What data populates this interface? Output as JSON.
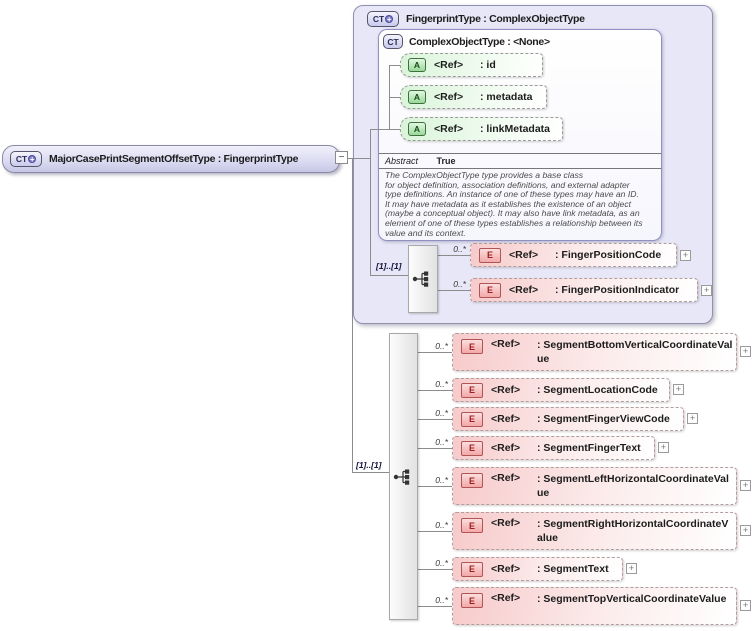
{
  "colors": {
    "container_fill": "#e7e7f8",
    "complex_type_badge": "#c9c9ec",
    "attribute_fill": "#d9f4d9",
    "attribute_badge": "#9ad89a",
    "element_fill": "#f7caca",
    "element_badge": "#f2a8a8",
    "line": "#8c8c8c"
  },
  "main_element": {
    "badge": "CT",
    "expand_glyph": "+",
    "label": "MajorCasePrintSegmentOffsetType : FingerprintType",
    "collapse_glyph": "−"
  },
  "type_container": {
    "badge": "CT",
    "expand_glyph": "+",
    "title": "FingerprintType : ComplexObjectType",
    "base_type": {
      "badge": "CT",
      "title": "ComplexObjectType : <None>",
      "attributes": [
        {
          "badge": "A",
          "ref": "<Ref>",
          "name": ": id"
        },
        {
          "badge": "A",
          "ref": "<Ref>",
          "name": ": metadata"
        },
        {
          "badge": "A",
          "ref": "<Ref>",
          "name": ": linkMetadata"
        }
      ],
      "abstract_label": "Abstract",
      "abstract_value": "True",
      "description": "The ComplexObjectType type provides a base class\nfor object definition, association definitions, and external adapter\ntype definitions. An instance of one of these types may have an ID.\nIt may have metadata as it establishes the existence of an object\n(maybe a conceptual object). It may also have link metadata, as an\nelement of one of these types establishes a relationship between its\nvalue and its context."
    },
    "sequence": {
      "occurrence": "[1]..[1]",
      "children": [
        {
          "cardinality": "0..*",
          "badge": "E",
          "ref": "<Ref>",
          "name": ": FingerPositionCode",
          "expand": "+"
        },
        {
          "cardinality": "0..*",
          "badge": "E",
          "ref": "<Ref>",
          "name": ": FingerPositionIndicator",
          "expand": "+"
        }
      ]
    }
  },
  "content_sequence": {
    "occurrence": "[1]..[1]",
    "children": [
      {
        "cardinality": "0..*",
        "badge": "E",
        "ref": "<Ref>",
        "name": ": SegmentBottomVerticalCoordinateValue",
        "expand": "+"
      },
      {
        "cardinality": "0..*",
        "badge": "E",
        "ref": "<Ref>",
        "name": ": SegmentLocationCode",
        "expand": "+"
      },
      {
        "cardinality": "0..*",
        "badge": "E",
        "ref": "<Ref>",
        "name": ": SegmentFingerViewCode",
        "expand": "+"
      },
      {
        "cardinality": "0..*",
        "badge": "E",
        "ref": "<Ref>",
        "name": ": SegmentFingerText",
        "expand": "+"
      },
      {
        "cardinality": "0..*",
        "badge": "E",
        "ref": "<Ref>",
        "name": ": SegmentLeftHorizontalCoordinateValue",
        "expand": "+"
      },
      {
        "cardinality": "0..*",
        "badge": "E",
        "ref": "<Ref>",
        "name": ": SegmentRightHorizontalCoordinateValue",
        "expand": "+"
      },
      {
        "cardinality": "0..*",
        "badge": "E",
        "ref": "<Ref>",
        "name": ": SegmentText",
        "expand": "+"
      },
      {
        "cardinality": "0..*",
        "badge": "E",
        "ref": "<Ref>",
        "name": ": SegmentTopVerticalCoordinateValue",
        "expand": "+"
      }
    ]
  }
}
